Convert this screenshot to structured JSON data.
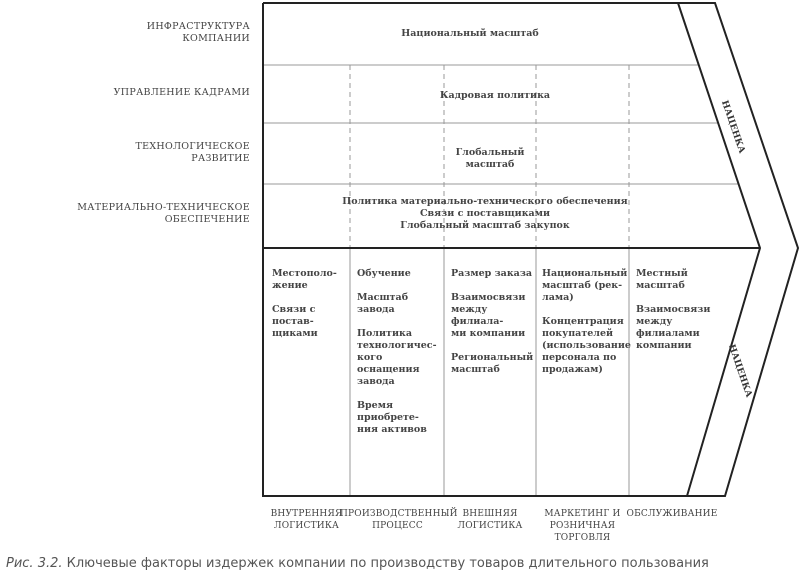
{
  "support_activities": [
    {
      "label": "ИНФРАСТРУКТУРА\nКОМПАНИИ",
      "content": "Национальный масштаб"
    },
    {
      "label": "УПРАВЛЕНИЕ КАДРАМИ",
      "content": "Кадровая политика"
    },
    {
      "label": "ТЕХНОЛОГИЧЕСКОЕ\nРАЗВИТИЕ",
      "content": "Глобальный\nмасштаб"
    },
    {
      "label": "МАТЕРИАЛЬНО-ТЕХНИЧЕСКОЕ\nОБЕСПЕЧЕНИЕ",
      "content": "Политика материально-технического обеспечения\nСвязи с поставщиками\nГлобальный масштаб закупок"
    }
  ],
  "primary_activities": [
    {
      "label": "ВНУТРЕННЯЯ\nЛОГИСТИКА",
      "items": [
        "Местополо-\nжение",
        "Связи с постав-\nщиками"
      ]
    },
    {
      "label": "ПРОИЗВОДСТВЕННЫЙ\nПРОЦЕСС",
      "items": [
        "Обучение",
        "Масштаб завода",
        "Политика\nтехнологичес-\nкого оснащения\nзавода",
        "Время приобрете-\nния активов"
      ]
    },
    {
      "label": "ВНЕШНЯЯ\nЛОГИСТИКА",
      "items": [
        "Размер заказа",
        "Взаимосвязи\nмежду филиала-\nми компании",
        "Региональный\nмасштаб"
      ]
    },
    {
      "label": "МАРКЕТИНГ И\nРОЗНИЧНАЯ\nТОРГОВЛЯ",
      "items": [
        "Национальный\nмасштаб (рек-\nлама)",
        "Концентрация\nпокупателей\n(использование\nперсонала по\nпродажам)"
      ]
    },
    {
      "label": "ОБСЛУЖИВАНИЕ",
      "items": [
        "Местный масштаб",
        "Взаимосвязи\nмежду филиалами\nкомпании"
      ]
    }
  ],
  "margin_label": "НАЦЕНКА",
  "caption": {
    "prefix": "Рис. 3.2.",
    "text": " Ключевые факторы издержек компании по производству товаров длительного пользования"
  }
}
